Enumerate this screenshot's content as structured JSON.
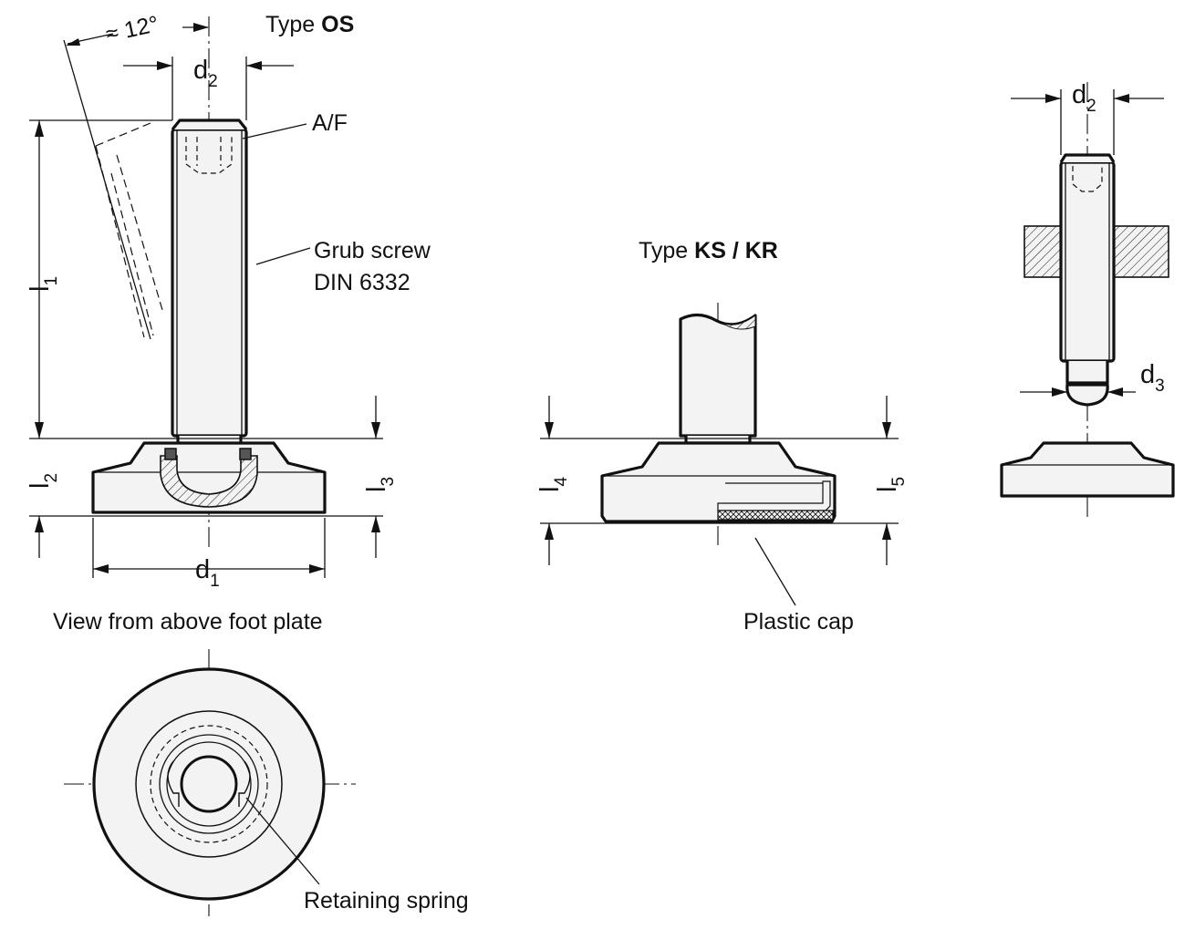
{
  "type_os": {
    "prefix": "Type ",
    "name": "OS"
  },
  "type_ks_kr": {
    "prefix": "Type ",
    "name": "KS / KR"
  },
  "angle_label": "≈ 12°",
  "af_label": "A/F",
  "grub_screw": {
    "line1": "Grub screw",
    "line2": "DIN 6332"
  },
  "plastic_cap_label": "Plastic cap",
  "view_title": "View from above foot plate",
  "retaining_spring_label": "Retaining spring",
  "dims": {
    "d": "d",
    "l": "l",
    "sub1": "1",
    "sub2": "2",
    "sub3": "3",
    "sub4": "4",
    "sub5": "5"
  }
}
